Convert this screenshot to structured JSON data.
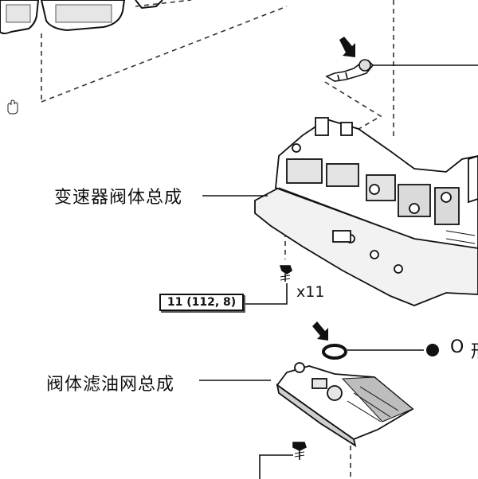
{
  "labels": {
    "valve_body_assembly": "变速器阀体总成",
    "oil_strainer_assembly": "阀体滤油网总成",
    "torque": "11 (112, 8)",
    "bolt_count": "x11",
    "ring_symbol": "O",
    "cut_char": "形"
  },
  "icons": {
    "cursor": "hand-cursor-icon",
    "arrow": "install-direction-arrow-icon",
    "bullet": "black-dot-icon"
  },
  "colors": {
    "ink": "#111111",
    "shade": "#777777",
    "background": "#ffffff"
  }
}
